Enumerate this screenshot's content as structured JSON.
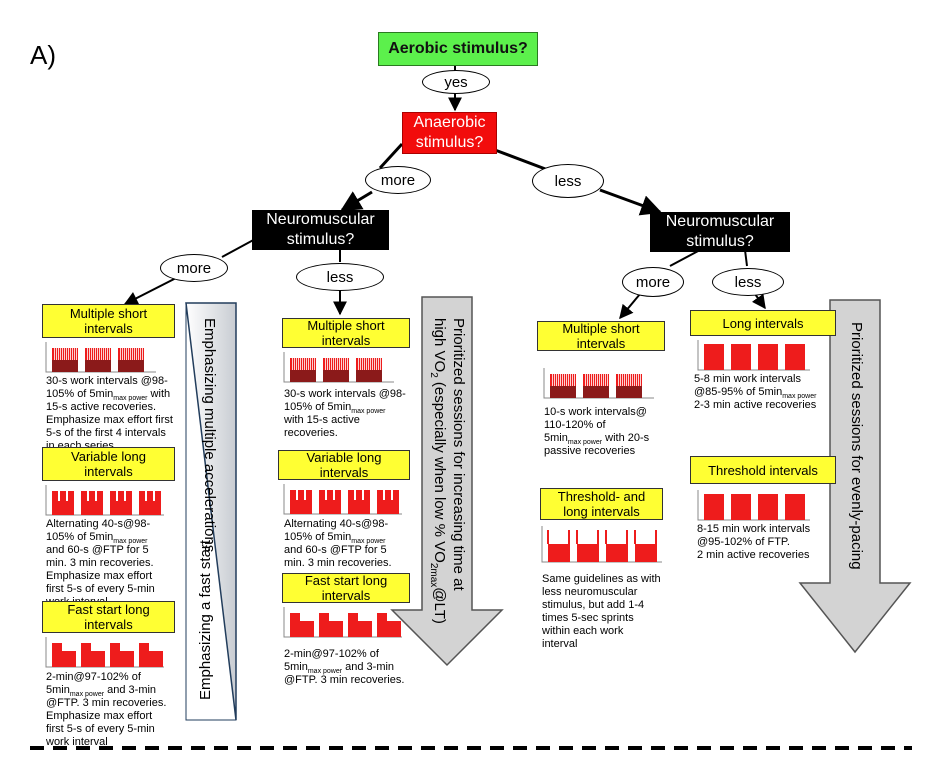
{
  "panel_label": "A)",
  "nodes": {
    "aerobic": "Aerobic stimulus?",
    "anaerobic_line1": "Anaerobic",
    "anaerobic_line2": "stimulus?",
    "neuro_left_line1": "Neuromuscular",
    "neuro_left_line2": "stimulus?",
    "neuro_right_line1": "Neuromuscular",
    "neuro_right_line2": "stimulus?"
  },
  "answers": {
    "yes": "yes",
    "more_top": "more",
    "less_top": "less",
    "more_left": "more",
    "less_left": "less",
    "more_right": "more",
    "less_right": "less"
  },
  "col1": {
    "msi_title_1": "Multiple short",
    "msi_title_2": "intervals",
    "msi_desc": [
      "30-s work intervals @98-",
      "105% of 5min",
      "max power",
      " with",
      "15-s active recoveries.",
      "Emphasize max effort first",
      "5-s of the first 4 intervals",
      "in each series"
    ],
    "vli_title_1": "Variable long",
    "vli_title_2": "intervals",
    "vli_desc": [
      "Alternating 40-s@98-",
      "105% of 5min",
      "max power",
      "and 60-s @FTP for 5",
      "min. 3 min recoveries.",
      "Emphasize max effort",
      "first 5-s of every 5-min",
      "work interval"
    ],
    "fsl_title_1": "Fast start long",
    "fsl_title_2": "intervals",
    "fsl_desc": [
      "2-min@97-102% of",
      "5min",
      "max power",
      " and 3-min",
      "@FTP. 3 min recoveries.",
      "Emphasize max effort",
      "first 5-s of every 5-min",
      "work interval"
    ]
  },
  "col2": {
    "msi_title_1": "Multiple short",
    "msi_title_2": "intervals",
    "msi_desc": [
      "30-s work intervals @98-",
      "105% of 5min",
      "max power",
      "with 15-s active",
      "recoveries."
    ],
    "vli_title_1": "Variable long",
    "vli_title_2": "intervals",
    "vli_desc": [
      "Alternating 40-s@98-",
      "105% of 5min",
      "max power",
      "and 60-s @FTP for 5",
      "min. 3 min recoveries."
    ],
    "fsl_title_1": "Fast start long",
    "fsl_title_2": "intervals",
    "fsl_desc": [
      "2-min@97-102% of",
      "5min",
      "max power",
      " and 3-min",
      "@FTP. 3 min recoveries."
    ]
  },
  "col3": {
    "msi_title_1": "Multiple short",
    "msi_title_2": "intervals",
    "msi_desc": [
      "10-s work intervals@",
      "110-120% of",
      "5min",
      "max power",
      " with 20-s",
      "passive recoveries"
    ],
    "tli_title_1": "Threshold- and",
    "tli_title_2": "long intervals",
    "tli_desc": [
      "Same guidelines as with",
      "less neuromuscular",
      "stimulus, but add 1-4",
      "times 5-sec sprints",
      "within each work",
      "interval"
    ]
  },
  "col4": {
    "li_title": "Long intervals",
    "li_desc": [
      "5-8 min work intervals",
      "@85-95% of 5min",
      "max power",
      "2-3 min active recoveries"
    ],
    "ti_title": "Threshold intervals",
    "ti_desc": [
      "8-15 min work intervals",
      "@95-102% of FTP.",
      "2 min active recoveries"
    ]
  },
  "side_texts": {
    "multiple_accel": "Emphasizing multiple accelerations",
    "fast_start": "Emphasizing a fast start",
    "vo2_line1_a": "Prioritized sessions for increasing time at",
    "vo2_line2_a": "high VO",
    "vo2_line2_sub1": "2",
    "vo2_line2_b": " (especially when low % VO",
    "vo2_line2_sub2": "2max",
    "vo2_line2_c": "@LT)",
    "even_pacing": "Prioritized sessions for evenly-pacing"
  },
  "colors": {
    "green": "#5cf04c",
    "red": "#f20c0c",
    "yellow": "#ffff33",
    "interval_red": "#ee1c1c",
    "interval_dark": "#8b1a1a",
    "arrow_gray": "#d3d3d3"
  }
}
